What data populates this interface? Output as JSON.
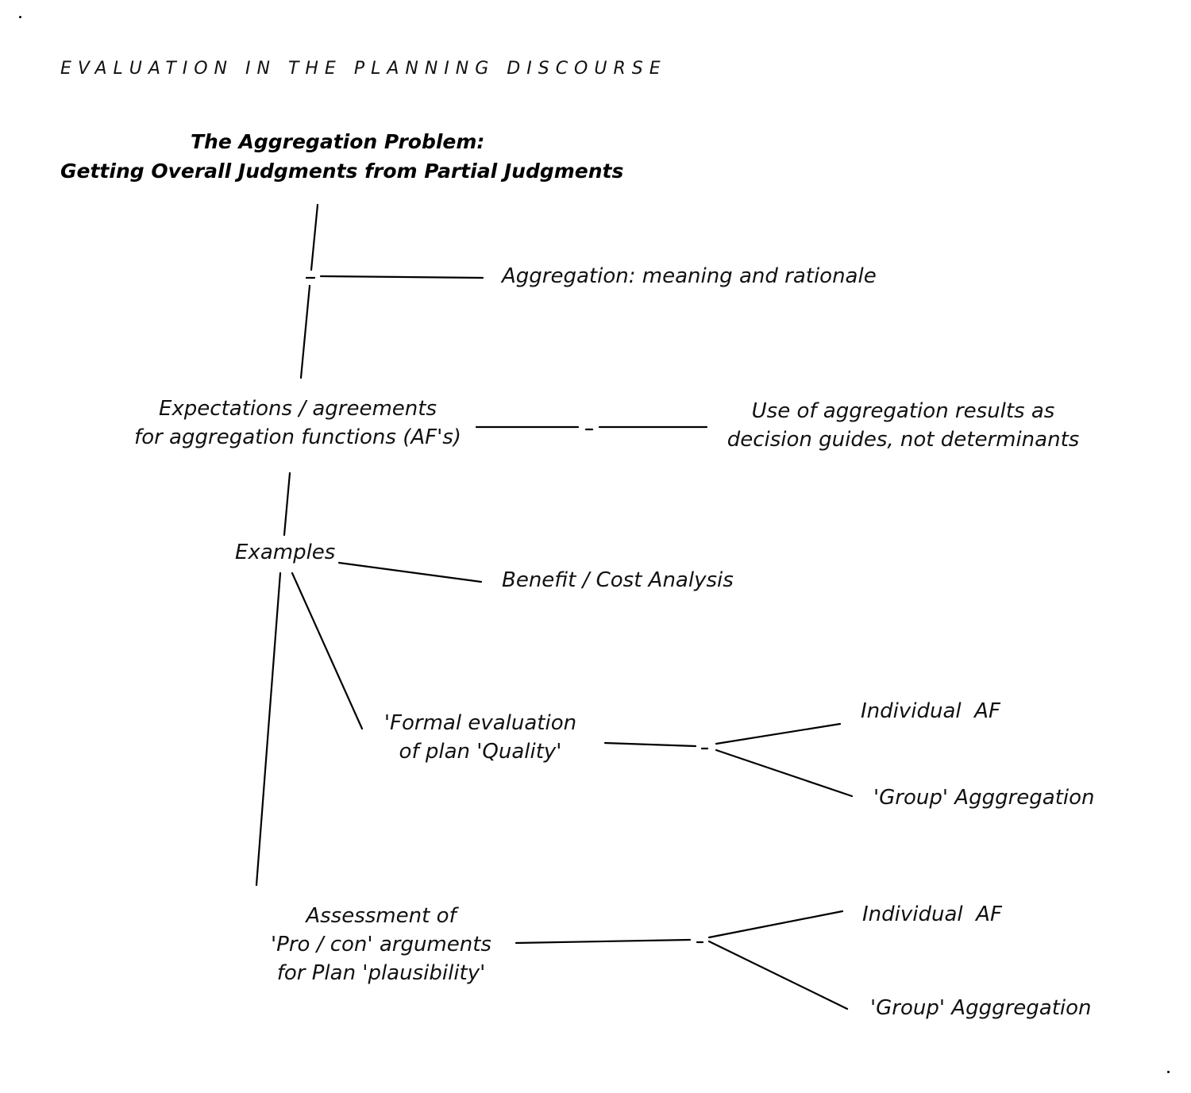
{
  "header": "EVALUATION IN THE PLANNING DISCOURSE",
  "title": {
    "line1": "The Aggregation Problem:",
    "line2": "Getting Overall Judgments from Partial Judgments"
  },
  "nodes": {
    "meaning": "Aggregation: meaning and rationale",
    "expectations": {
      "line1": "Expectations / agreements",
      "line2": "for aggregation functions (AF's)"
    },
    "use": {
      "line1": "Use of aggregation results as",
      "line2": "decision guides, not determinants"
    },
    "examples": "Examples",
    "benefit_cost": "Benefit / Cost Analysis",
    "formal": {
      "line1": "'Formal evaluation",
      "line2": "of plan 'Quality'"
    },
    "formal_individual": "Individual  AF",
    "formal_group": "'Group' Agggregation",
    "assessment": {
      "line1": "Assessment of",
      "line2": "'Pro / con' arguments",
      "line3": "for Plan 'plausibility'"
    },
    "assessment_individual": "Individual  AF",
    "assessment_group": "'Group' Agggregation"
  }
}
